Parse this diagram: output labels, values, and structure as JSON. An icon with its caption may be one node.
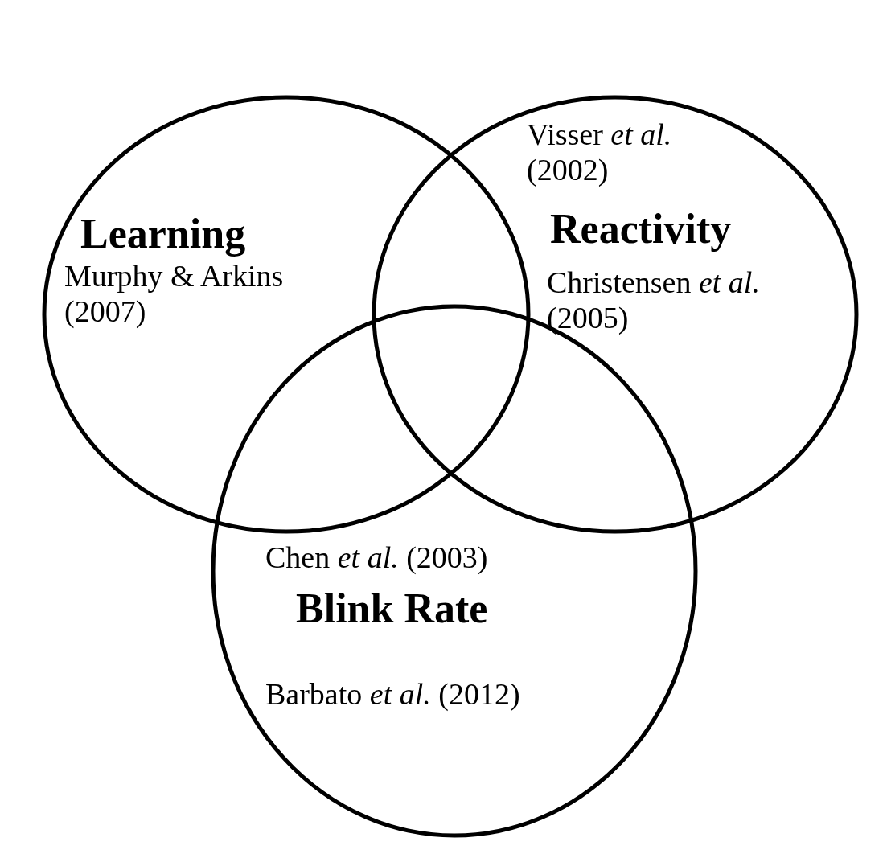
{
  "diagram": {
    "nodes": [
      {
        "text": [
          "Learning",
          "Murphy & Arkins (2007)"
        ]
      },
      {
        "text": [
          "Visser *et al.* (2002)",
          "Reactivity",
          "Christensen *et al.* (2005)"
        ]
      },
      {
        "text": [
          "Chen *et al.* (2003)",
          "Blink Rate",
          "Barbato *et al.* (2012)"
        ]
      }
    ]
  }
}
